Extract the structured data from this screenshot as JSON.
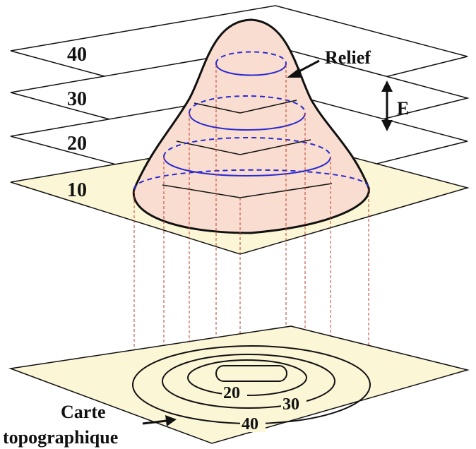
{
  "diagram": {
    "plane_labels": [
      "40",
      "30",
      "20",
      "10"
    ],
    "relief_label": "Relief",
    "equidistance_label": "E",
    "map_labels": [
      "20",
      "30",
      "40"
    ],
    "map_caption_line1": "Carte",
    "map_caption_line2": "topographique"
  },
  "colors": {
    "relief_fill": "#f8ddd0",
    "base_plane_fill": "#fbf6d6",
    "contour_line": "#2a2ad0",
    "projection_line": "#c0392b",
    "outline": "#111111"
  }
}
